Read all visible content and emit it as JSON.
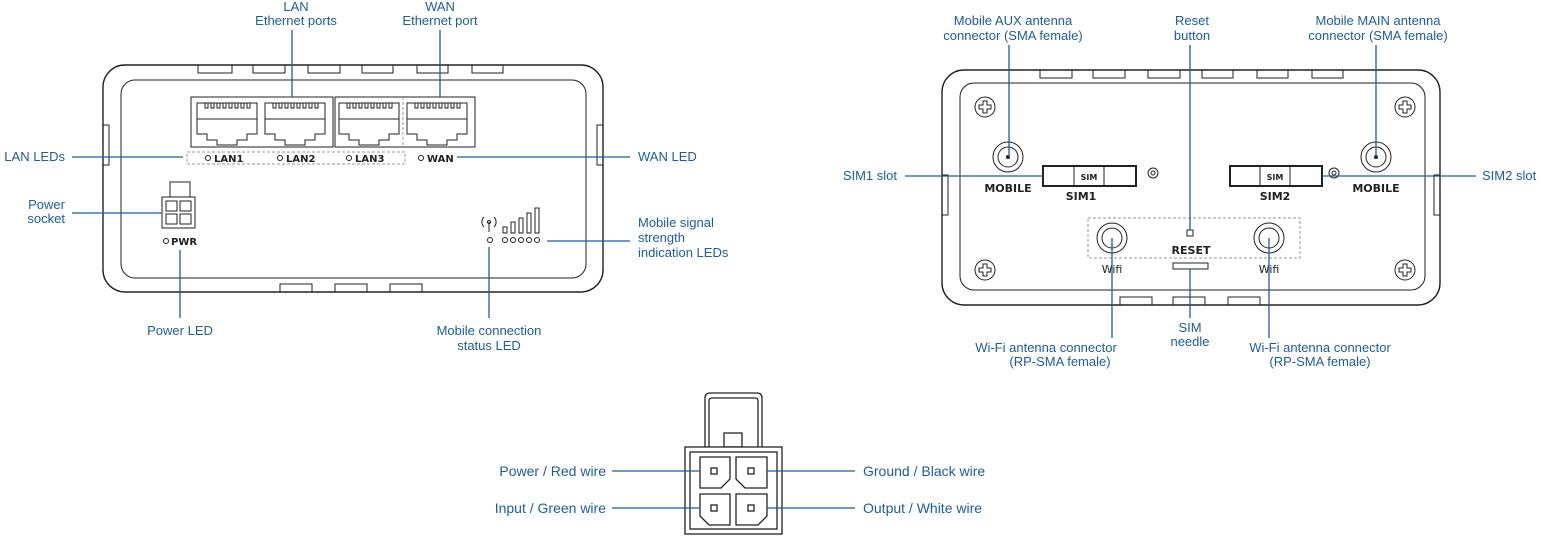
{
  "colors": {
    "label": "#1f5c99",
    "outline": "#222222"
  },
  "front_panel": {
    "callouts": {
      "lan_ports": [
        "LAN",
        "Ethernet ports"
      ],
      "wan_port": [
        "WAN",
        "Ethernet port"
      ],
      "lan_leds": "LAN LEDs",
      "wan_led": "WAN LED",
      "power_socket": [
        "Power",
        "socket"
      ],
      "power_led": "Power LED",
      "mobile_status": [
        "Mobile connection",
        "status LED"
      ],
      "mobile_signal": [
        "Mobile signal",
        "strength",
        "indication LEDs"
      ]
    },
    "device_labels": {
      "lan1": "LAN1",
      "lan2": "LAN2",
      "lan3": "LAN3",
      "wan": "WAN",
      "pwr": "PWR"
    },
    "icons": [
      "rj45-port-icon",
      "power-connector-icon",
      "antenna-icon",
      "signal-bars-icon"
    ]
  },
  "back_panel": {
    "callouts": {
      "mobile_aux": [
        "Mobile AUX antenna",
        "connector (SMA female)"
      ],
      "reset": [
        "Reset",
        "button"
      ],
      "mobile_main": [
        "Mobile MAIN antenna",
        "connector (SMA female)"
      ],
      "sim1_slot": "SIM1 slot",
      "sim2_slot": "SIM2 slot",
      "wifi_left": [
        "Wi-Fi antenna connector",
        "(RP-SMA female)"
      ],
      "sim_needle": [
        "SIM",
        "needle"
      ],
      "wifi_right": [
        "Wi-Fi antenna connector",
        "(RP-SMA female)"
      ]
    },
    "device_labels": {
      "mobile_left": "MOBILE",
      "mobile_right": "MOBILE",
      "sim1": "SIM1",
      "sim2": "SIM2",
      "sim_tag": "SIM",
      "reset": "RESET",
      "wifi": "Wifi"
    }
  },
  "power_connector": {
    "pins": {
      "power": "Power / Red wire",
      "ground": "Ground / Black wire",
      "input": "Input / Green wire",
      "output": "Output / White wire"
    }
  }
}
